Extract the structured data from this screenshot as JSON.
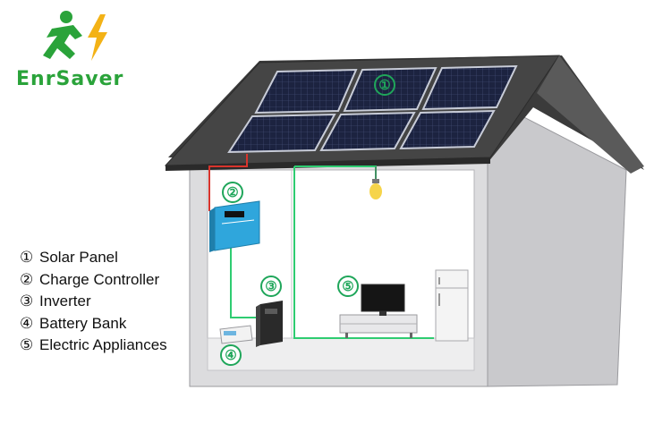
{
  "brand": {
    "name": "EnrSaver",
    "color": "#2aa33a",
    "icons": [
      "runner-icon",
      "lightning-icon"
    ]
  },
  "legend": [
    {
      "num": "①",
      "label": "Solar Panel"
    },
    {
      "num": "②",
      "label": "Charge Controller"
    },
    {
      "num": "③",
      "label": "Inverter"
    },
    {
      "num": "④",
      "label": "Battery Bank"
    },
    {
      "num": "⑤",
      "label": "Electric Appliances"
    }
  ],
  "markers": [
    "①",
    "②",
    "③",
    "④",
    "⑤"
  ],
  "colors": {
    "roof": "#3b3b3b",
    "wall": "#d8d8da",
    "wall_side": "#c9c9cc",
    "panel": "#1c2340",
    "dc_wire": "#d8342c",
    "ac_wire": "#2ecc71",
    "badge": "#1fa65a",
    "controller": "#2fa6dc",
    "bulb": "#f6d44a"
  }
}
